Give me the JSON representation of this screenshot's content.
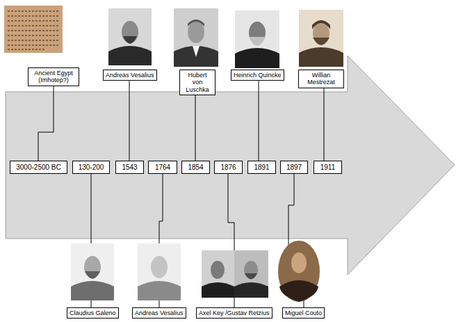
{
  "diagram": {
    "nodes": [
      {
        "text": [
          "Ancient Egypt (Imhotep?)"
        ]
      },
      {
        "text": [
          "Andreas Vesalius"
        ]
      },
      {
        "text": [
          "Hubert von Luschka"
        ]
      },
      {
        "text": [
          "Heinrich Quincke"
        ]
      },
      {
        "text": [
          "Willian Mestrezat"
        ]
      },
      {
        "text": [
          "3000-2500 BC"
        ]
      },
      {
        "text": [
          "130-200"
        ]
      },
      {
        "text": [
          "1543"
        ]
      },
      {
        "text": [
          "1764"
        ]
      },
      {
        "text": [
          "1854"
        ]
      },
      {
        "text": [
          "1876"
        ]
      },
      {
        "text": [
          "1891"
        ]
      },
      {
        "text": [
          "1897"
        ]
      },
      {
        "text": [
          "1911"
        ]
      },
      {
        "text": [
          "Claudius Galeno"
        ]
      },
      {
        "text": [
          "Andreas Vesalius"
        ]
      },
      {
        "text": [
          "Axel Key /Gustav Retzius"
        ]
      },
      {
        "text": [
          "Miguel Couto"
        ]
      }
    ],
    "edges": [
      {
        "from": 0,
        "to": 5,
        "arrow": "none"
      },
      {
        "from": 1,
        "to": 7,
        "arrow": "none"
      },
      {
        "from": 2,
        "to": 9,
        "arrow": "none"
      },
      {
        "from": 3,
        "to": 11,
        "arrow": "none"
      },
      {
        "from": 4,
        "to": 13,
        "arrow": "none"
      },
      {
        "from": 14,
        "to": 6,
        "arrow": "none"
      },
      {
        "from": 15,
        "to": 8,
        "arrow": "none"
      },
      {
        "from": 16,
        "to": 10,
        "arrow": "none"
      },
      {
        "from": 17,
        "to": 12,
        "arrow": "none"
      }
    ]
  }
}
